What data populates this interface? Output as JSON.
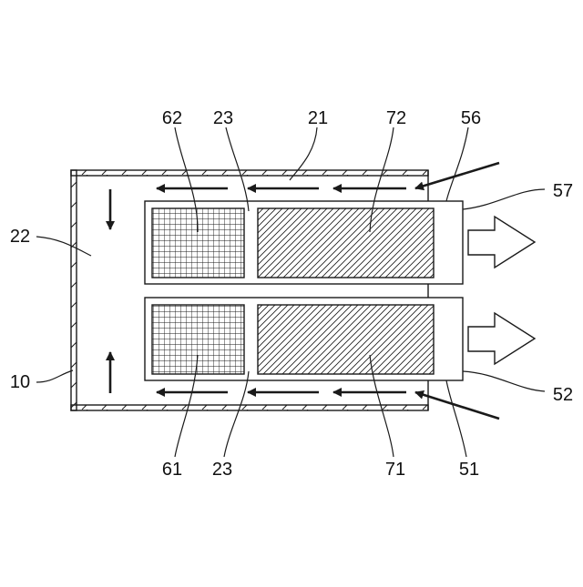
{
  "labels": {
    "l62": "62",
    "l23_top": "23",
    "l21": "21",
    "l72": "72",
    "l56": "56",
    "l57": "57",
    "l22": "22",
    "l10": "10",
    "l52": "52",
    "l61": "61",
    "l23_bottom": "23",
    "l71": "71",
    "l51": "51"
  },
  "colors": {
    "line": "#1a1a1a",
    "background": "#ffffff"
  }
}
